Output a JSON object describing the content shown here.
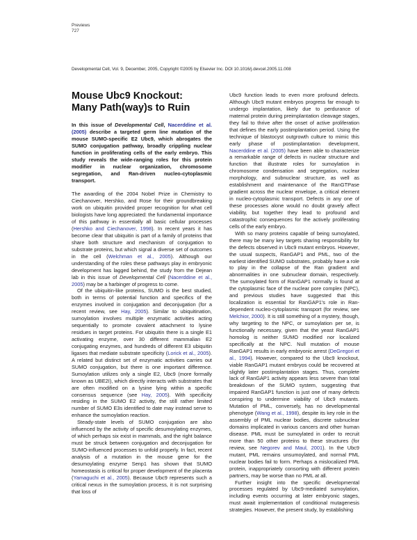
{
  "running_head": {
    "section": "Previews",
    "page": "727"
  },
  "citation_line": "Developmental Cell, Vol. 9, December, 2005, Copyright ©2005 by Elsevier Inc.    DOI 10.1016/j.devcel.2005.11.008",
  "title": {
    "line1": "Mouse Ubc9 Knockout:",
    "line2": "Many Path(way)s to Ruin"
  },
  "colors": {
    "link": "#2a3399",
    "text": "#1a1a1a"
  },
  "abstract": {
    "pre": "In this issue of ",
    "journal": "Developmental Cell",
    "comma": ", ",
    "link": "Nacerddine et al. (2005)",
    "post": " describe a targeted germ line mutation of the mouse SUMO-specific E2 Ubc9, which abrogates the SUMO conjugation pathway, broadly crippling nuclear function in proliferating cells of the early embryo. This study reveals the wide-ranging roles for this protein modifier in nuclear organization, chromosome segregation, and Ran-driven nucleo-cytoplasmic transport."
  },
  "body": {
    "p1": {
      "t1": "The awarding of the 2004 Nobel Prize in Chemistry to Ciechanover, Hershko, and Rose for their groundbreaking work on ubiquitin provided proper recognition for what cell biologists have long appreciated: the fundamental importance of this pathway in essentially all basic cellular processes (",
      "l1": "Hershko and Ciechanover, 1998",
      "t2": "). In recent years it has become clear that ubiquitin is part of a family of proteins that share both structure and mechanism of conjugation to substrate proteins, but which signal a diverse set of outcomes in the cell (",
      "l2": "Welchman et al., 2005",
      "t3": "). Although our understanding of the roles these pathways play in embryonic development has lagged behind, the study from the Dejean lab in this issue of ",
      "journal": "Developmental Cell",
      "t4": " (",
      "l3": "Nacerddine et al., 2005",
      "t5": ") may be a harbinger of progress to come."
    },
    "p2": {
      "t1": "Of the ubiquitin-like proteins, SUMO is the best studied, both in terms of potential function and specifics of the enzymes involved in conjugation and deconjugation (for a recent review, see ",
      "l1": "Hay, 2005",
      "t2": "). Similar to ubiquitination, sumoylation involves multiple enzymatic activities acting sequentially to promote covalent attachment to lysine residues in target proteins. For ubiquitin there is a single E1 activating enzyme, over 30 different mammalian E2 conjugating enzymes, and hundreds of different E3 ubiquitin ligases that mediate substrate specificity (",
      "l2": "Lorick et al., 2005",
      "t3": "). A related but distinct set of enzymatic activities carries out SUMO conjugation, but there is one important difference. Sumoylation utilizes only a single E2, Ubc9 (more formally known as UBE2I), which directly interacts with substrates that are often modified on a lysine lying within a specific consensus sequence (see ",
      "l3": "Hay, 2005",
      "t4": "). With specificity residing in the SUMO E2 activity, the still rather limited number of SUMO E3s identified to date may instead serve to enhance the sumoylation reaction."
    },
    "p3": {
      "t1": "Steady-state levels of SUMO conjugation are also influenced by the activity of specific desumoylating enzymes, of which perhaps six exist in mammals, and the right balance must be struck between conjugation and deconjugation for SUMO-influenced processes to unfold properly. In fact, recent analysis of a mutation in the mouse gene for the desumoylating enzyme Senp1 has shown that SUMO homeostasis is critical for proper development of the placenta (",
      "l1": "Yamaguchi et al., 2005",
      "t2": "). Because Ubc9 represents such a critical nexus in the sumoylation process, it is not surprising that loss of "
    },
    "p3_cont": {
      "t1": "Ubc9 function leads to even more profound defects. Although Ubc9 mutant embryos progress far enough to undergo implantation, likely due to perdurance of maternal protein during preimplantation cleavage stages, they fail to thrive after the onset of active proliferation that defines the early postimplantation period. Using the technique of blastocyst outgrowth culture to mimic this early phase of postimplantation development, ",
      "l1": "Nacerddine et al. (2005)",
      "t2": " have been able to characterize a remarkable range of defects in nuclear structure and function that illustrate roles for sumoylation in chromosome condensation and segregation, nuclear morphology, and subnuclear structure, as well as establishment and maintenance of the RanGTPase gradient across the nuclear envelope, a critical element in nucleo-cytoplasmic transport. Defects in any one of these processes alone would no doubt gravely affect viability, but together they lead to profound and catastrophic consequences for the actively proliferating cells of the early embryo."
    },
    "p4": {
      "t1": "With so many proteins capable of being sumoylated, there may be many key targets sharing responsibility for the defects observed in Ubc9 mutant embryos. However, the usual suspects, RanGAP1 and PML, two of the earliest identified SUMO substrates, probably have a role to play in the collapse of the Ran gradient and abnormalities in one subnuclear domain, respectively. The sumoylated form of RanGAP1 normally is found at the cytoplasmic face of the nuclear pore complex (NPC), and previous studies have suggested that this localization is essential for RanGAP1's role in Ran-dependent nucleo-cytoplasmic transport (for review, see ",
      "l1": "Melchior, 2000",
      "t2": "). It is still something of a mystery, though, why targeting to the NPC, or sumoylation per se, is functionally necessary, given that the yeast RanGAP1 homolog is neither SUMO modified nor localized specifically at the NPC. Null mutation of mouse RanGAP1 results in early embryonic arrest (",
      "l2": "DeGregori et al., 1994",
      "t3": "). However, compared to the Ubc9 knockout, viable RanGAP1 mutant embryos could be recovered at slightly later postimplantation stages. Thus, complete lack of RanGAP1 activity appears less severe than total breakdown of the SUMO system, suggesting that impaired RanGAP1 function is just one of many defects conspiring to undermine viability of Ubc9 mutants. Mutation of PML, conversely, has no developmental phenotype (",
      "l3": "Wang et al., 1998",
      "t4": "), despite its key role in the assembly of PML nuclear bodies, discrete subnuclear domains implicated in various cancers and other human disease. PML must be sumoylated in order to recruit more than 50 other proteins to these structures (for review, see ",
      "l4": "Negorev and Maul, 2001",
      "t5": "). In the Ubc9 mutant, PML remains unsumoylated, and normal PML nuclear bodies fail to form. Perhaps a mislocalized PML protein, inappropriately consorting with different protein partners, may be worse than no PML at all."
    },
    "p5": {
      "t1": "Further insight into the specific developmental processes regulated by Ubc9-mediated sumoylation, including events occurring at later embryonic stages, must await implementation of conditional mutagenesis strategies. However, the present study, by establishing"
    }
  }
}
